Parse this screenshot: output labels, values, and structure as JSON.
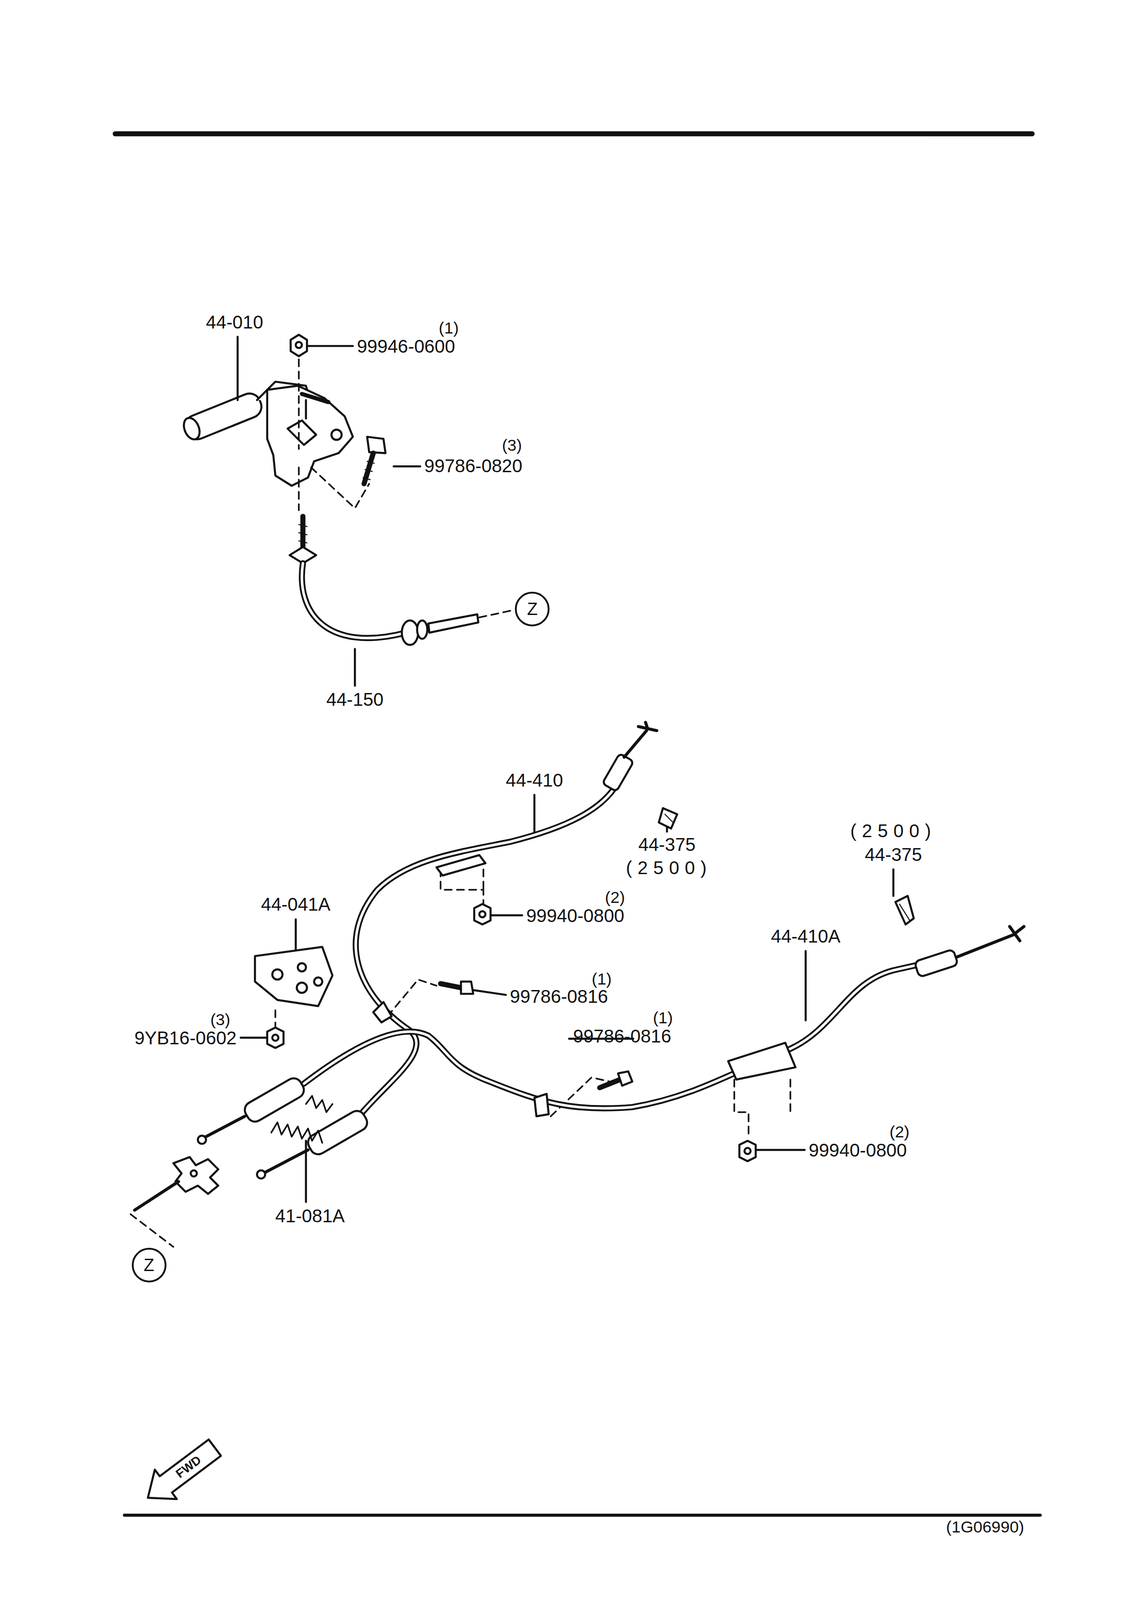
{
  "diagram": {
    "nodes": [
      {
        "text": [
          "Z"
        ]
      },
      {
        "text": [
          "Z"
        ]
      }
    ],
    "labels": [
      "44-010",
      "(1)",
      "99946-0600",
      "(3)",
      "99786-0820",
      "44-150",
      "44-410",
      "44-375",
      "(2500)",
      "(2500)",
      "44-375",
      "44-041A",
      "(2)",
      "99940-0800",
      "44-410A",
      "(1)",
      "99786-0816",
      "(3)",
      "9YB16-0602",
      "(1)",
      "99786-0816",
      "(2)",
      "99940-0800",
      "41-081A",
      "FWD",
      "(1G06990)"
    ]
  }
}
